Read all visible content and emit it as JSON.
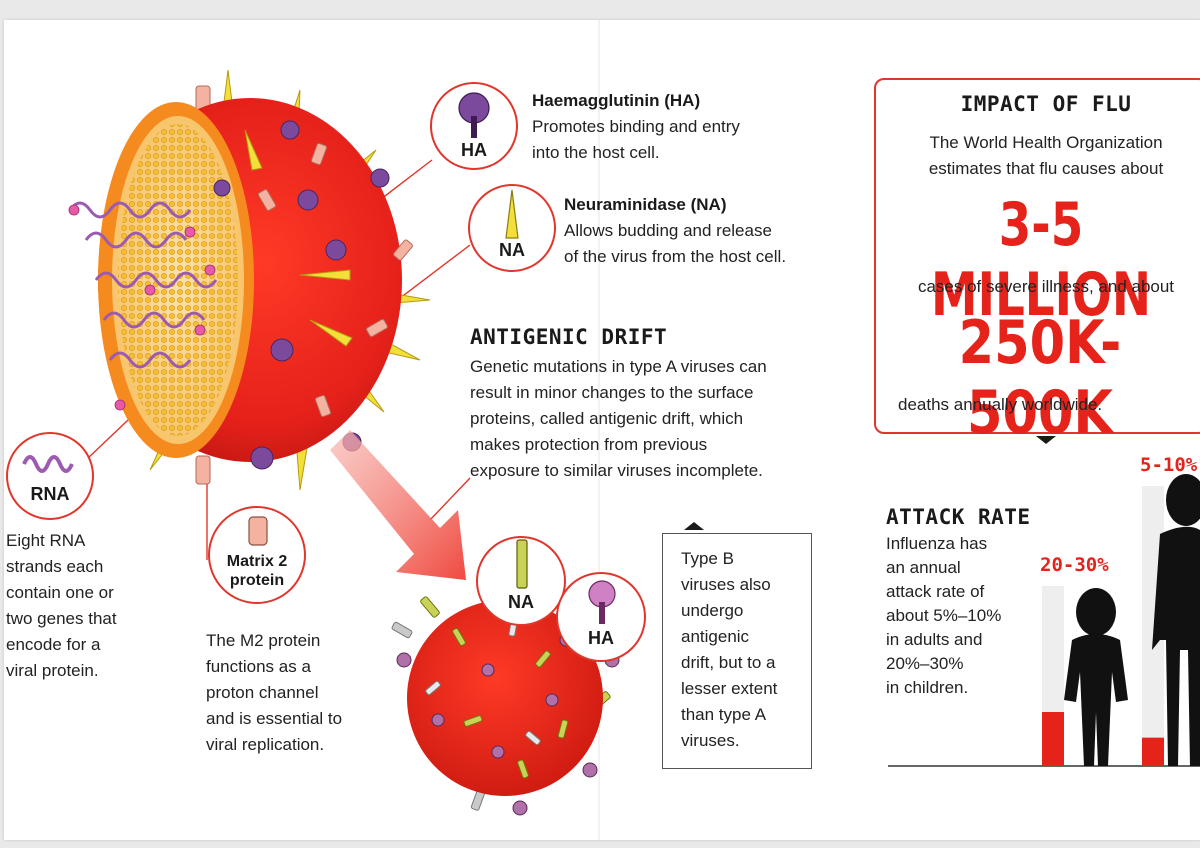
{
  "callouts": {
    "ha": {
      "label": "HA"
    },
    "na": {
      "label": "NA"
    },
    "rna": {
      "label": "RNA"
    },
    "matrix2": {
      "label_line1": "Matrix 2",
      "label_line2": "protein"
    },
    "small_na": {
      "label": "NA"
    },
    "small_ha": {
      "label": "HA"
    }
  },
  "haemagglutinin": {
    "title": "Haemagglutinin (HA)",
    "line1": "Promotes binding and entry",
    "line2": "into the host cell."
  },
  "neuraminidase": {
    "title": "Neuraminidase (NA)",
    "line1": "Allows budding and release",
    "line2": "of the virus from the host cell."
  },
  "antigenic_drift": {
    "title": "ANTIGENIC DRIFT",
    "lines": [
      "Genetic mutations in type A viruses can",
      "result in minor changes to the surface",
      "proteins, called antigenic drift, which",
      "makes protection from previous",
      "exposure to similar viruses incomplete."
    ]
  },
  "rna_text": {
    "lines": [
      "Eight RNA",
      "strands each",
      "contain one or",
      "two genes that",
      "encode for a",
      "viral protein."
    ]
  },
  "m2_text": {
    "lines": [
      "The M2 protein",
      "functions as a",
      "proton channel",
      "and is essential to",
      "viral replication."
    ]
  },
  "type_b": {
    "lines": [
      "Type B",
      "viruses also",
      "undergo",
      "antigenic",
      "drift, but to a",
      "lesser extent",
      "than type A",
      "viruses."
    ]
  },
  "impact": {
    "title": "IMPACT OF FLU",
    "line1": "The World Health Organization",
    "line2": "estimates that flu causes about",
    "big1": "3-5 MILLION",
    "mid": "cases of severe illness, and about",
    "big2": "250K-500K",
    "end": "deaths annually worldwide."
  },
  "attack": {
    "title": "ATTACK RATE",
    "lines": [
      "Influenza has",
      "an annual",
      "attack rate of",
      "about 5%–10%",
      "in adults and",
      "20%–30%",
      "in children."
    ],
    "child_pct": "20-30%",
    "adult_pct": "5-10%",
    "child_fill": 0.25,
    "adult_fill": 0.075
  },
  "colors": {
    "accent": "#e0362c",
    "virus_red": "#e8261c",
    "virus_orange": "#f58a1f",
    "purple": "#7b4a9c",
    "yellow": "#f3df3a",
    "pink_stalk": "#f4b3a0"
  }
}
